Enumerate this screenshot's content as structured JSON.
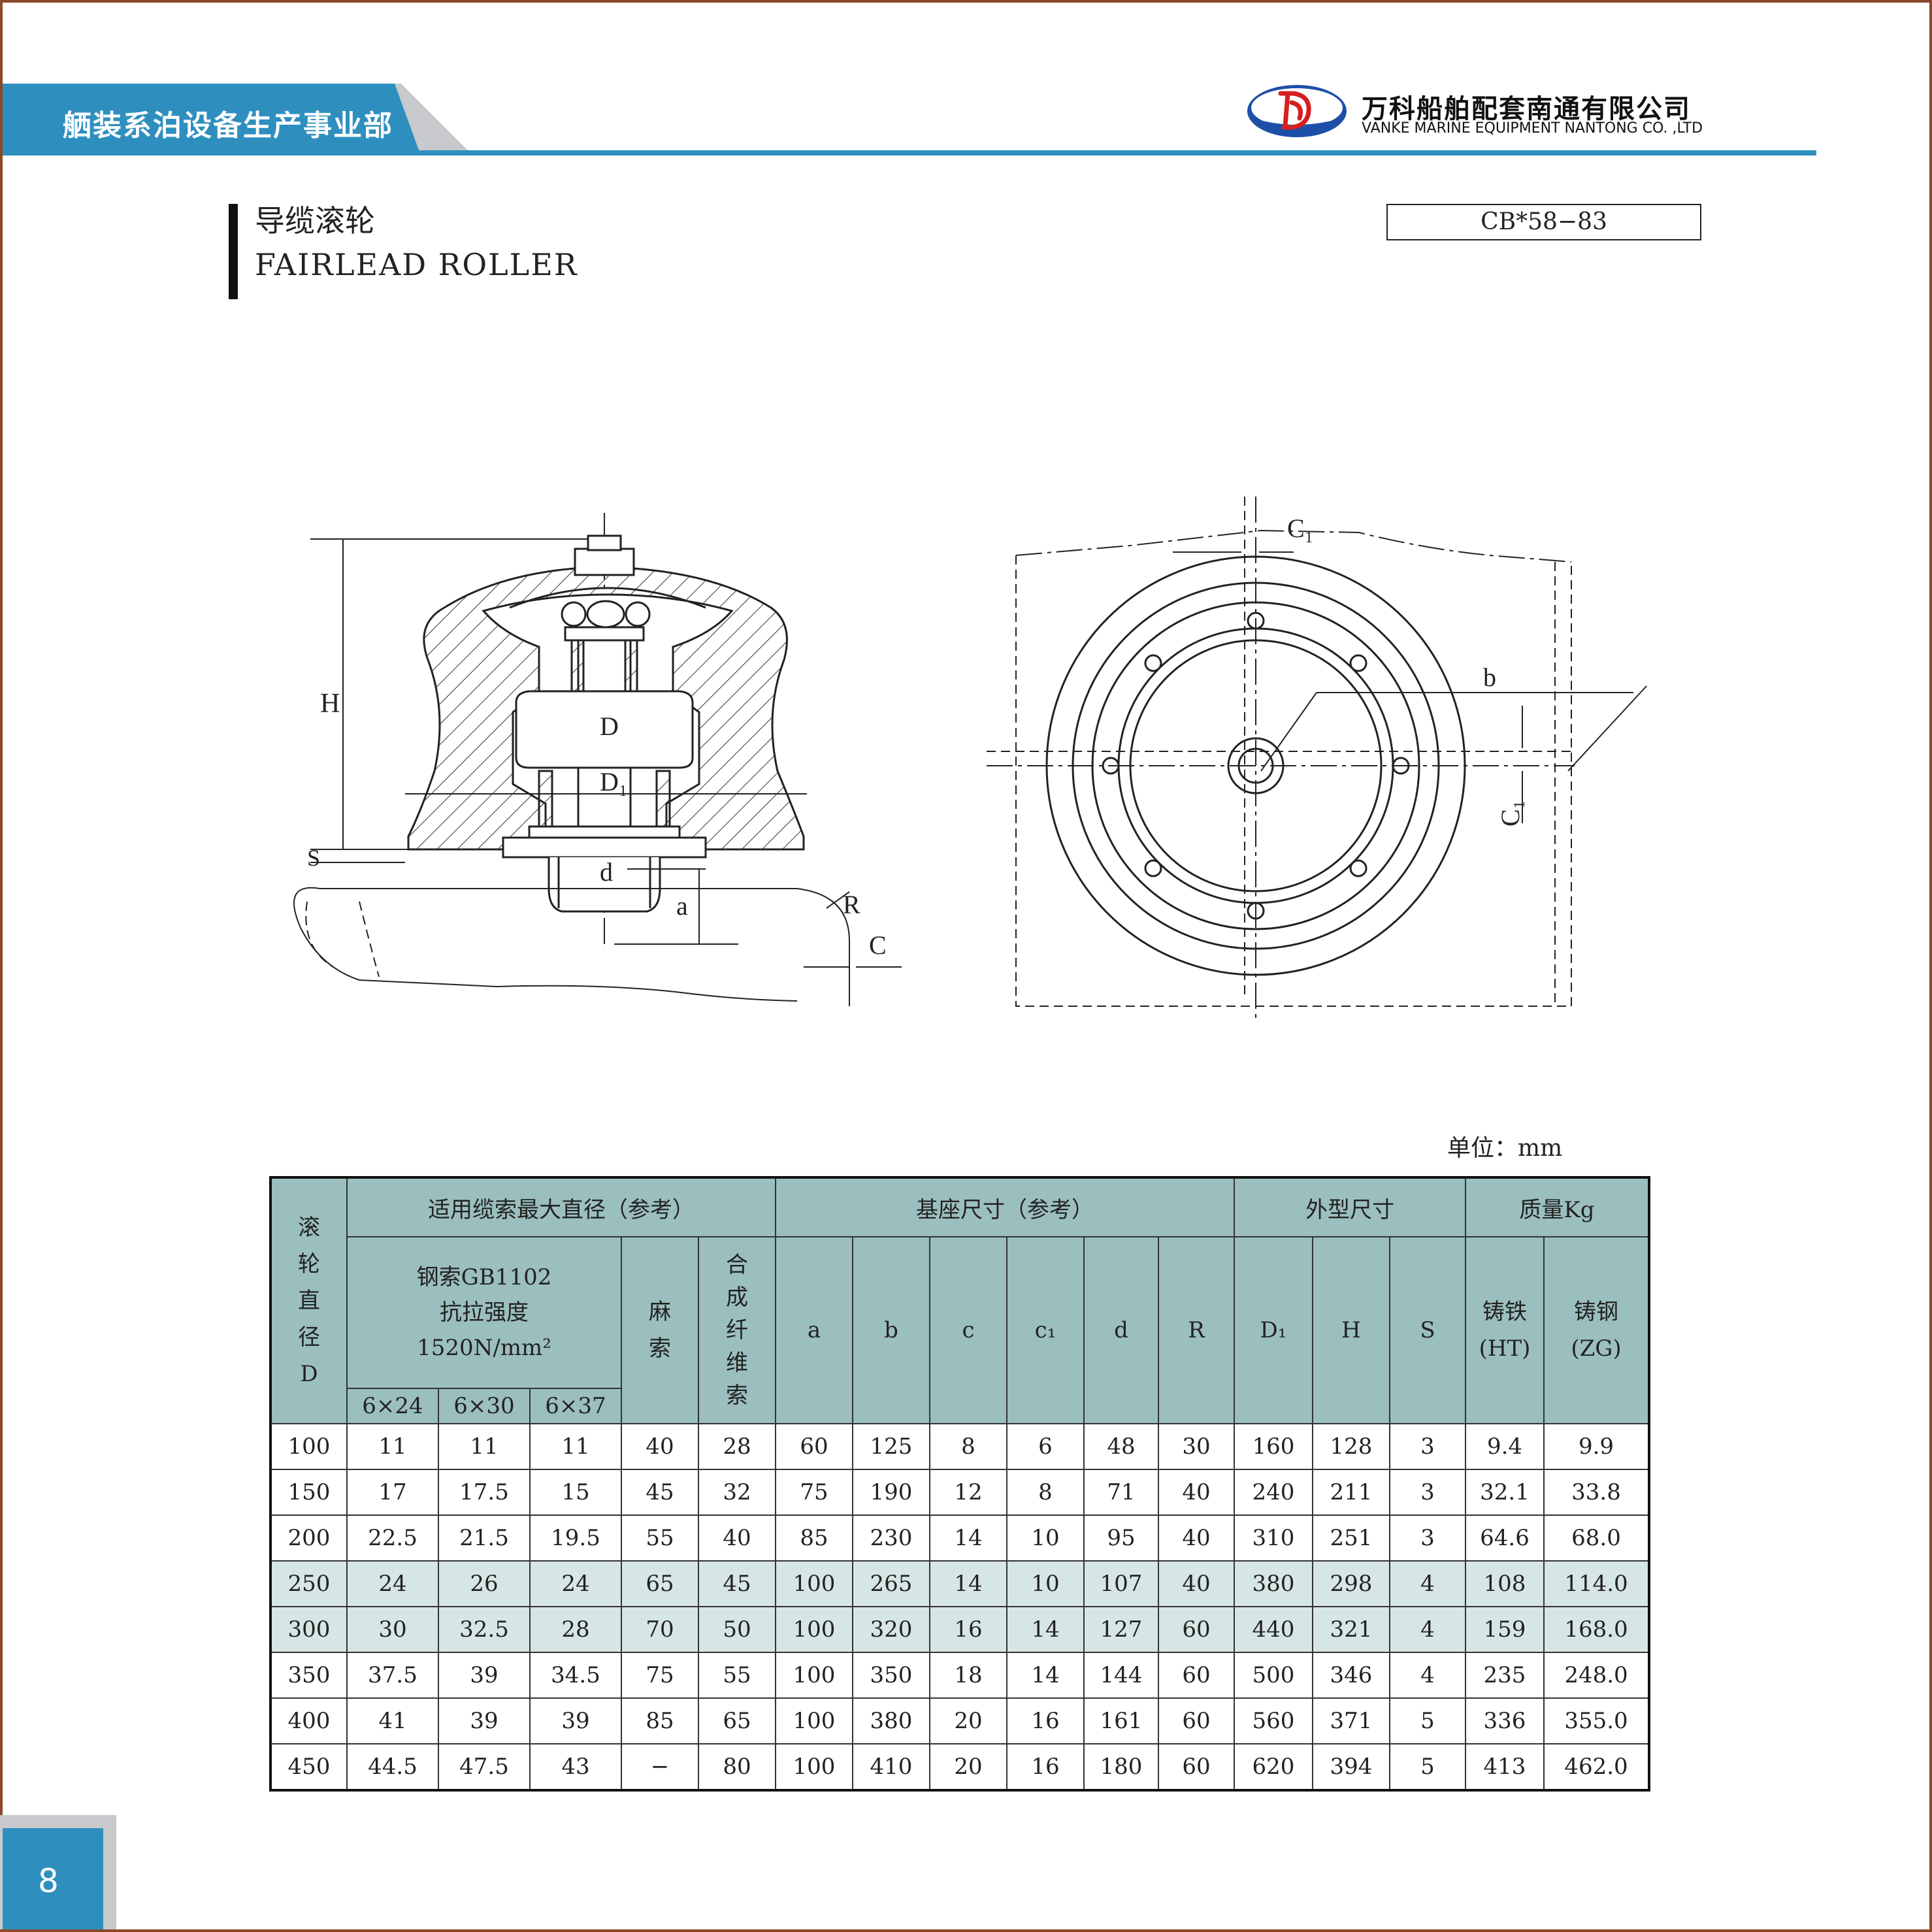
{
  "header": {
    "department": "舾装系泊设备生产事业部",
    "company_cn": "万科船舶配套南通有限公司",
    "company_en": "VANKE MARINE EQUIPMENT NANTONG CO. ,LTD",
    "logo_icon": "vanke-logo-icon",
    "accent_color": "#2e8fbf"
  },
  "title": {
    "cn": "导缆滚轮",
    "en": "FAIRLEAD  ROLLER",
    "standard": "CB*58−83"
  },
  "drawing": {
    "labels": {
      "H": "H",
      "S": "S",
      "D": "D",
      "D1": "D₁",
      "d": "d",
      "a": "a",
      "R": "R",
      "C": "C",
      "C1": "C₁",
      "b": "b",
      "C1_side": "C₁"
    }
  },
  "table": {
    "unit": "单位：mm",
    "col_d": [
      "滚",
      "轮",
      "直",
      "径",
      "D"
    ],
    "group_rope": "适用缆索最大直径（参考）",
    "group_base": "基座尺寸（参考）",
    "group_outline": "外型尺寸",
    "group_mass": "质量Kg",
    "steel_rope": [
      "钢索GB1102",
      "抗拉强度",
      "1520N/mm²"
    ],
    "hemp": [
      "麻",
      "索"
    ],
    "synthetic": [
      "合",
      "成",
      "纤",
      "维",
      "索"
    ],
    "sub_steel": [
      "6×24",
      "6×30",
      "6×37"
    ],
    "base_cols": [
      "a",
      "b",
      "c",
      "c₁",
      "d",
      "R"
    ],
    "outline_cols": [
      "D₁",
      "H",
      "S"
    ],
    "mass_iron": [
      "铸铁",
      "(HT)"
    ],
    "mass_steel": [
      "铸钢",
      "(ZG)"
    ],
    "rows": [
      [
        "100",
        "11",
        "11",
        "11",
        "40",
        "28",
        "60",
        "125",
        "8",
        "6",
        "48",
        "30",
        "160",
        "128",
        "3",
        "9.4",
        "9.9"
      ],
      [
        "150",
        "17",
        "17.5",
        "15",
        "45",
        "32",
        "75",
        "190",
        "12",
        "8",
        "71",
        "40",
        "240",
        "211",
        "3",
        "32.1",
        "33.8"
      ],
      [
        "200",
        "22.5",
        "21.5",
        "19.5",
        "55",
        "40",
        "85",
        "230",
        "14",
        "10",
        "95",
        "40",
        "310",
        "251",
        "3",
        "64.6",
        "68.0"
      ],
      [
        "250",
        "24",
        "26",
        "24",
        "65",
        "45",
        "100",
        "265",
        "14",
        "10",
        "107",
        "40",
        "380",
        "298",
        "4",
        "108",
        "114.0"
      ],
      [
        "300",
        "30",
        "32.5",
        "28",
        "70",
        "50",
        "100",
        "320",
        "16",
        "14",
        "127",
        "60",
        "440",
        "321",
        "4",
        "159",
        "168.0"
      ],
      [
        "350",
        "37.5",
        "39",
        "34.5",
        "75",
        "55",
        "100",
        "350",
        "18",
        "14",
        "144",
        "60",
        "500",
        "346",
        "4",
        "235",
        "248.0"
      ],
      [
        "400",
        "41",
        "39",
        "39",
        "85",
        "65",
        "100",
        "380",
        "20",
        "16",
        "161",
        "60",
        "560",
        "371",
        "5",
        "336",
        "355.0"
      ],
      [
        "450",
        "44.5",
        "47.5",
        "43",
        "−",
        "80",
        "100",
        "410",
        "20",
        "16",
        "180",
        "60",
        "620",
        "394",
        "5",
        "413",
        "462.0"
      ]
    ]
  },
  "page": {
    "number": "8"
  }
}
